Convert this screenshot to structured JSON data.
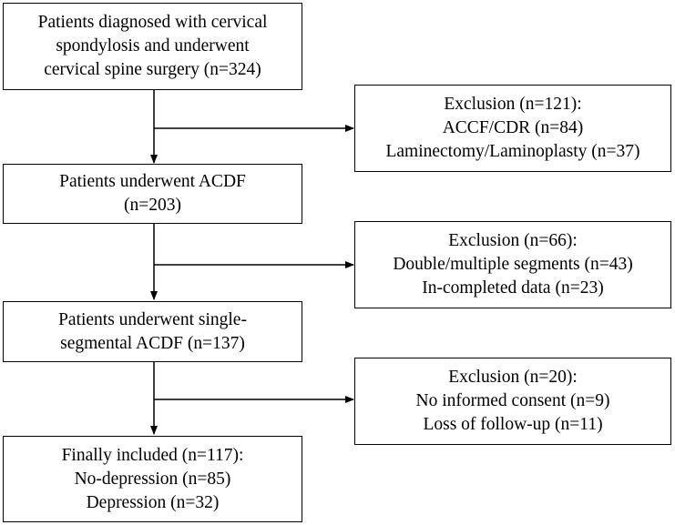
{
  "main_flow": [
    {
      "key": "diagnosed",
      "lines": [
        "Patients diagnosed with cervical",
        "spondylosis and underwent",
        "cervical spine surgery (n=324)"
      ]
    },
    {
      "key": "acdf",
      "lines": [
        "Patients underwent ACDF",
        "(n=203)"
      ]
    },
    {
      "key": "single-segmental",
      "lines": [
        "Patients underwent  single-",
        "segmental ACDF (n=137)"
      ]
    },
    {
      "key": "finally-included",
      "lines": [
        "Finally included (n=117):",
        "No-depression (n=85)",
        "Depression (n=32)"
      ]
    }
  ],
  "exclusions": [
    {
      "key": "exclusion-1",
      "lines": [
        "Exclusion (n=121):",
        "ACCF/CDR (n=84)",
        "Laminectomy/Laminoplasty (n=37)"
      ]
    },
    {
      "key": "exclusion-2",
      "lines": [
        "Exclusion (n=66):",
        "Double/multiple segments (n=43)",
        "In-completed data (n=23)"
      ]
    },
    {
      "key": "exclusion-3",
      "lines": [
        "Exclusion (n=20):",
        "No informed consent (n=9)",
        "Loss of follow-up (n=11)"
      ]
    }
  ],
  "colors": {
    "stroke": "#000000",
    "background": "#ffffff"
  }
}
